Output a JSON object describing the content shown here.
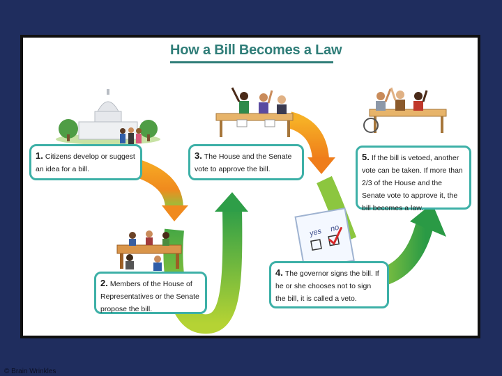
{
  "title": "How a Bill Becomes a Law",
  "steps": [
    {
      "number": "1.",
      "text": "Citizens develop or suggest an idea for a bill."
    },
    {
      "number": "2.",
      "text": "Members of the House of Representatives or the Senate propose the bill."
    },
    {
      "number": "3.",
      "text": "The House and the Senate vote to approve the bill."
    },
    {
      "number": "4.",
      "text": "The governor signs the bill. If he or she chooses not to sign the bill, it is called a veto."
    },
    {
      "number": "5.",
      "text": "If the bill is vetoed, another vote can be taken. If more than 2/3 of the House and the Senate vote to approve it, the bill becomes a law."
    }
  ],
  "ballot": {
    "yes": "yes",
    "no": "no"
  },
  "credit": "© Brain Wrinkles",
  "colors": {
    "background": "#1f2d5e",
    "accent": "#3db0a7",
    "arrow_orange": "#f08a1e",
    "arrow_green": "#3aa84a",
    "title": "#2f7d78"
  }
}
